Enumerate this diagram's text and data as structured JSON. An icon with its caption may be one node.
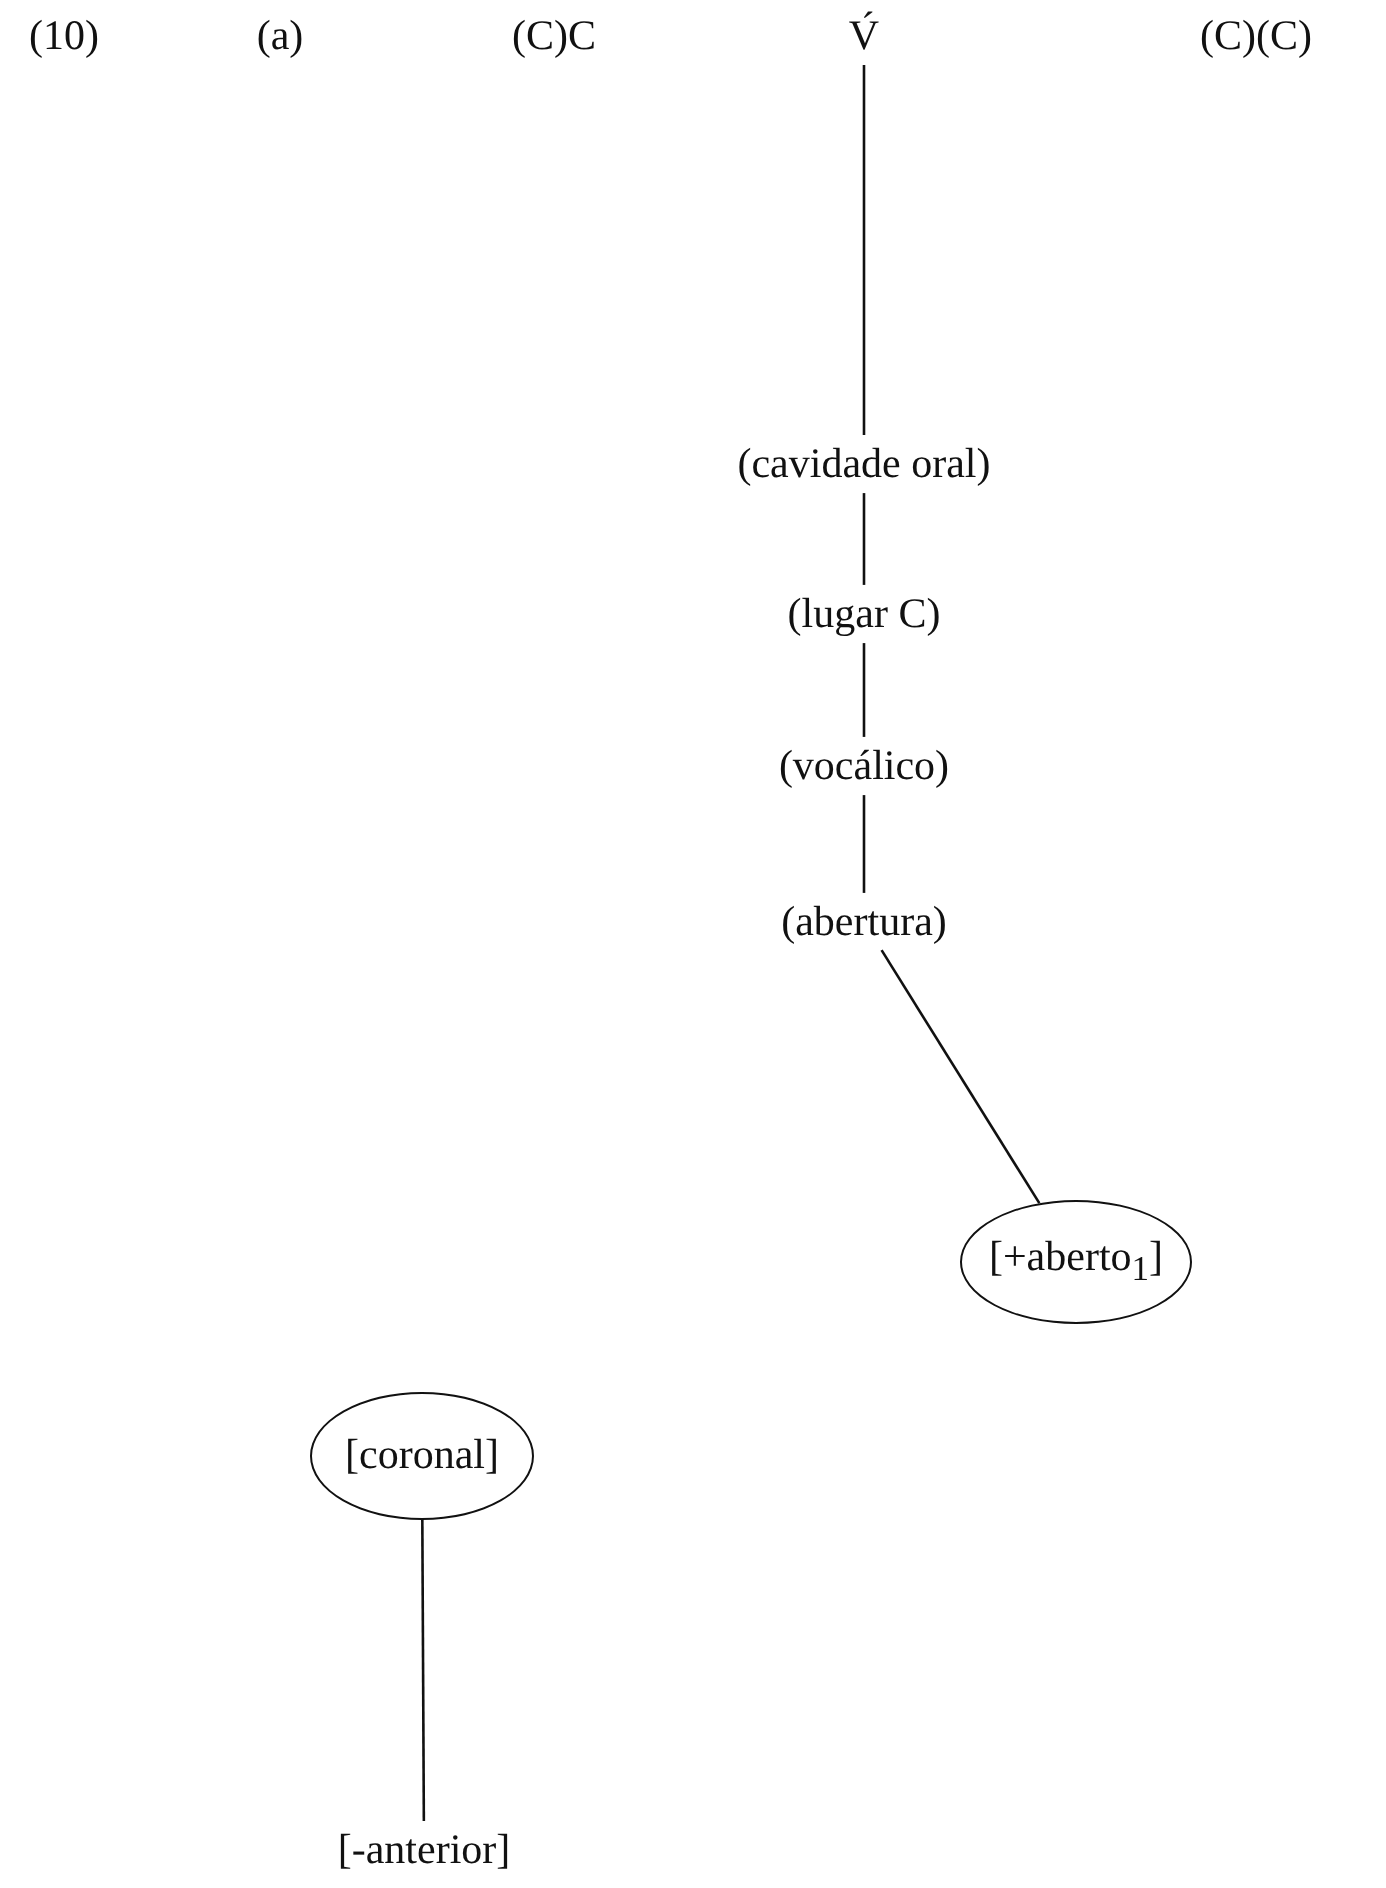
{
  "diagram": {
    "nodes": [
      {
        "text": [
          "V́"
        ]
      },
      {
        "text": [
          "(cavidade oral)"
        ]
      },
      {
        "text": [
          "(lugar C)"
        ]
      },
      {
        "text": [
          "(vocálico)"
        ]
      },
      {
        "text": [
          "(abertura)"
        ]
      },
      {
        "text": [
          "[+aberto$_{1}$]"
        ]
      },
      {
        "text": [
          "[coronal]"
        ]
      },
      {
        "text": [
          "[-anterior]"
        ]
      }
    ],
    "edges": [
      {
        "from": 0,
        "to": 1,
        "arrow": "none"
      },
      {
        "from": 1,
        "to": 2,
        "arrow": "none"
      },
      {
        "from": 2,
        "to": 3,
        "arrow": "none"
      },
      {
        "from": 3,
        "to": 4,
        "arrow": "none"
      },
      {
        "from": 4,
        "to": 5,
        "arrow": "none"
      },
      {
        "from": 6,
        "to": 7,
        "arrow": "none"
      }
    ],
    "labels": [
      "(10)",
      "(a)",
      "(C)C",
      "(C)(C)"
    ]
  }
}
